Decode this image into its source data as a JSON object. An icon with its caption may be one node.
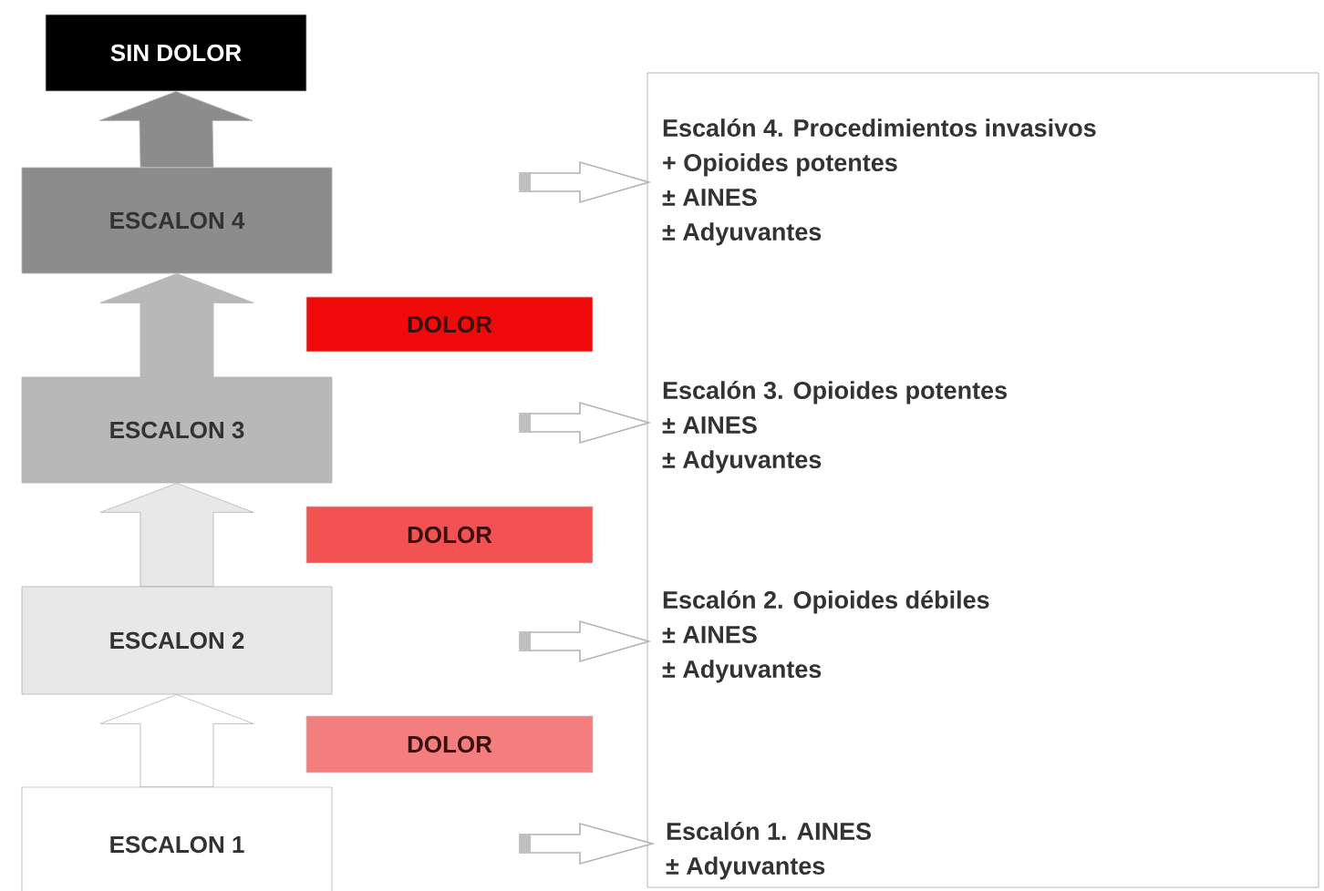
{
  "diagram": {
    "nodes": [
      {
        "text": [
          "SIN DOLOR"
        ]
      },
      {
        "text": [
          "ESCALON 4"
        ]
      },
      {
        "text": [
          "DOLOR"
        ]
      },
      {
        "text": [
          "ESCALON 3"
        ]
      },
      {
        "text": [
          "DOLOR"
        ]
      },
      {
        "text": [
          "ESCALON 2"
        ]
      },
      {
        "text": [
          "DOLOR"
        ]
      },
      {
        "text": [
          "ESCALON 1"
        ]
      },
      {
        "text": [],
        "shape": "box"
      },
      {
        "text": [
          "Escalón 4. Procedimientos invasivos",
          "+ Opioides potentes",
          "± AINES",
          "± Adyuvantes"
        ],
        "in": 8
      },
      {
        "text": [
          "Escalón 3. Opioides potentes",
          "± AINES",
          "± Adyuvantes"
        ],
        "in": 8
      },
      {
        "text": [
          "Escalón 2. Opioides débiles",
          "± AINES",
          "± Adyuvantes"
        ],
        "in": 8
      },
      {
        "text": [
          "Escalón 1. AINES",
          "± Adyuvantes"
        ],
        "in": 8
      }
    ],
    "edges": [
      {
        "from": 7,
        "to": 5,
        "arrow": "to"
      },
      {
        "from": 5,
        "to": 3,
        "arrow": "to"
      },
      {
        "from": 3,
        "to": 1,
        "arrow": "to"
      },
      {
        "from": 1,
        "to": 0,
        "arrow": "to"
      },
      {
        "from": null,
        "to": 9,
        "arrow": "to"
      },
      {
        "from": null,
        "to": 10,
        "arrow": "to"
      },
      {
        "from": null,
        "to": 11,
        "arrow": "to"
      },
      {
        "from": null,
        "to": 12,
        "arrow": "to"
      }
    ]
  }
}
